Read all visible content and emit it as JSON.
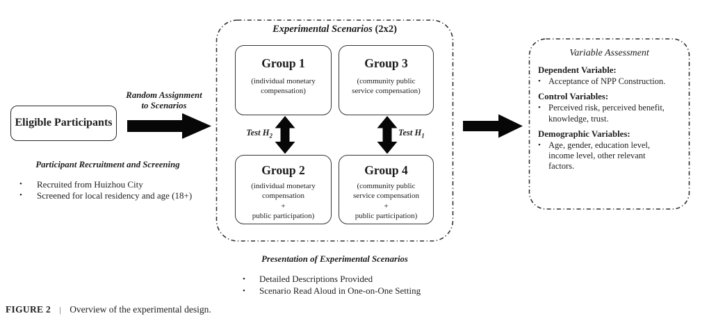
{
  "left": {
    "eligible_box": "Eligible Participants",
    "random_assignment": "Random Assignment\nto Scenarios",
    "recruitment_title": "Participant Recruitment and Screening",
    "recruitment_bullets": [
      "Recruited from Huizhou City",
      "Screened for local residency and age (18+)"
    ]
  },
  "scenarios": {
    "title_italic": "Experimental Scenarios",
    "title_bold": "(2x2)",
    "groups": [
      {
        "name": "Group 1",
        "desc": "(individual monetary\ncompensation)"
      },
      {
        "name": "Group 3",
        "desc": "(community public\nservice compensation)"
      },
      {
        "name": "Group 2",
        "desc": "(individual monetary\ncompensation\n+\npublic participation)"
      },
      {
        "name": "Group 4",
        "desc": "(community public\nservice compensation\n+\npublic participation)"
      }
    ],
    "test_labels": [
      {
        "text": "Test H",
        "sub": "2"
      },
      {
        "text": "Test H",
        "sub": "1"
      }
    ]
  },
  "presentation": {
    "title": "Presentation of Experimental Scenarios",
    "bullets": [
      "Detailed Descriptions Provided",
      "Scenario Read Aloud in One-on-One Setting"
    ]
  },
  "assessment": {
    "title": "Variable Assessment",
    "sections": [
      {
        "heading": "Dependent Variable:",
        "items": [
          "Acceptance of NPP Construction."
        ]
      },
      {
        "heading": "Control Variables:",
        "items": [
          "Perceived risk, perceived benefit,\nknowledge, trust."
        ]
      },
      {
        "heading": "Demographic Variables:",
        "items": [
          "Age, gender, education level,\nincome level, other relevant\nfactors."
        ]
      }
    ]
  },
  "caption": {
    "label": "FIGURE 2",
    "separator": "|",
    "text": "Overview of the experimental design."
  },
  "bullet_glyph": "•",
  "colors": {
    "ink": "#1c1c1c",
    "box_border": "#343434",
    "container_border": "#2e2e2e",
    "arrow": "#070707",
    "background": "#ffffff"
  }
}
